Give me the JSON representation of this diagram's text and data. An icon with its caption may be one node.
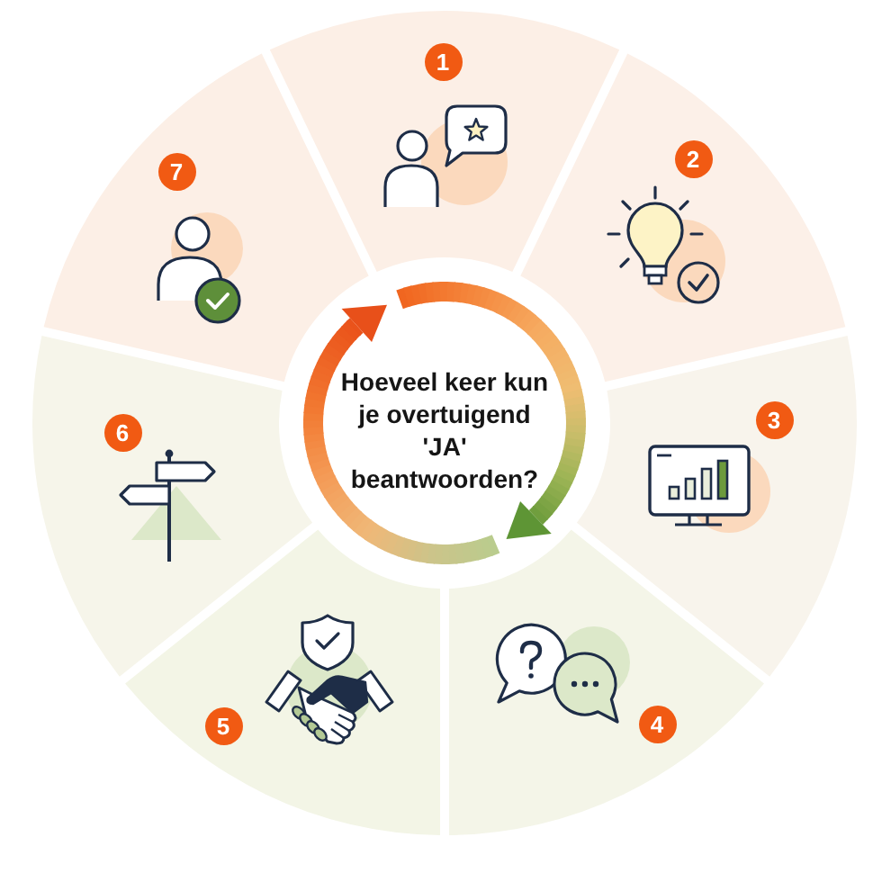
{
  "diagram": {
    "nodes": [
      {
        "text": [
          "Hoeveel keer kun je overtuigend 'JA' beantwoorden?"
        ]
      },
      {
        "text": [
          "1"
        ]
      },
      {
        "text": [
          "2"
        ]
      },
      {
        "text": [
          "3"
        ]
      },
      {
        "text": [
          "4"
        ]
      },
      {
        "text": [
          "5"
        ]
      },
      {
        "text": [
          "6"
        ]
      },
      {
        "text": [
          "7"
        ]
      }
    ]
  }
}
